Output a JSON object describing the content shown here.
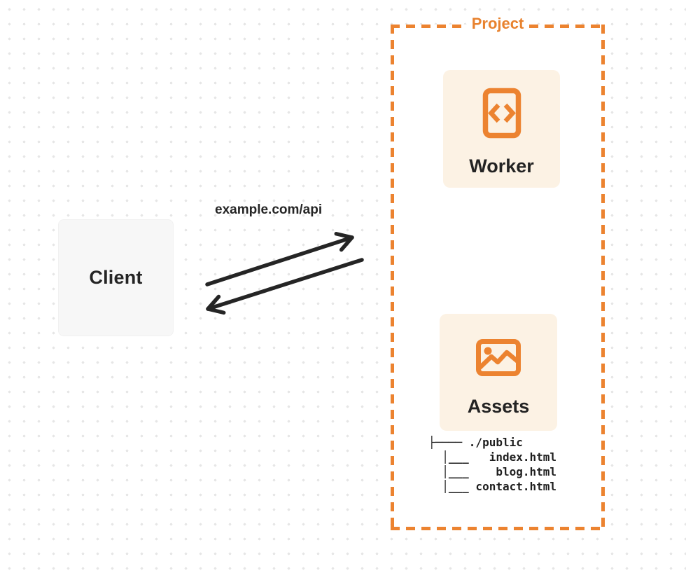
{
  "colors": {
    "accent_orange": "#ec8330",
    "card_cream": "#fcf2e4",
    "ink": "#252525",
    "client_gray": "#f7f7f7",
    "grid_dot": "#e6e6e6"
  },
  "client": {
    "label": "Client"
  },
  "request": {
    "url_label": "example.com/api"
  },
  "project": {
    "label": "Project",
    "worker": {
      "label": "Worker",
      "icon": "code-file-icon"
    },
    "assets": {
      "label": "Assets",
      "icon": "image-icon"
    },
    "file_tree": {
      "root": "./public",
      "files": [
        "index.html",
        "blog.html",
        "contact.html"
      ],
      "lines": [
        "├──── ./public",
        "  │___   index.html",
        "  │___    blog.html",
        "  │___ contact.html"
      ]
    }
  },
  "arrows": {
    "request": {
      "name": "request-arrow",
      "direction": "client-to-project"
    },
    "response": {
      "name": "response-arrow",
      "direction": "project-to-client"
    }
  }
}
